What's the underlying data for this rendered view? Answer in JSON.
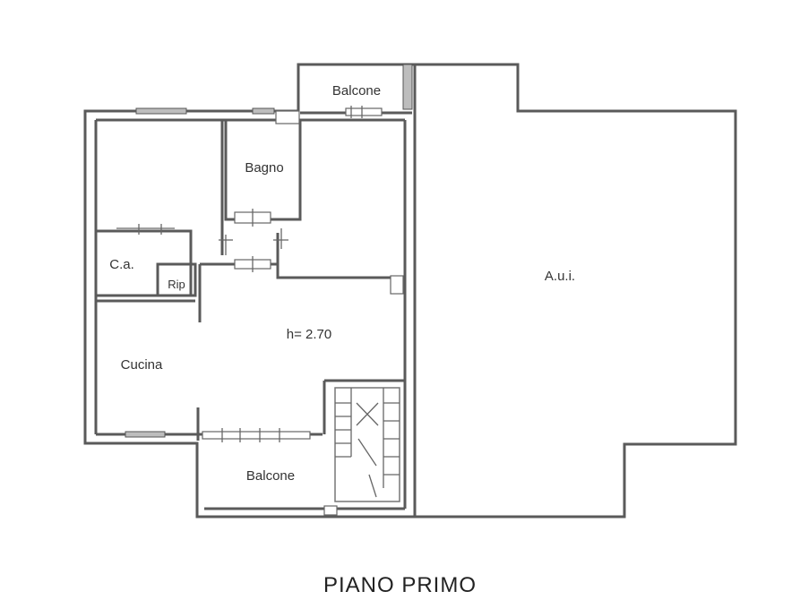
{
  "floor_title": "PIANO PRIMO",
  "rooms": {
    "balcone_top": "Balcone",
    "bagno": "Bagno",
    "ca": "C.a.",
    "rip": "Rip",
    "hall": "h= 2.70",
    "cucina": "Cucina",
    "balcone_bottom": "Balcone",
    "aui": "A.u.i."
  },
  "colors": {
    "wall": "#5a5a5a",
    "window": "#bdbdbd",
    "background": "#ffffff"
  }
}
